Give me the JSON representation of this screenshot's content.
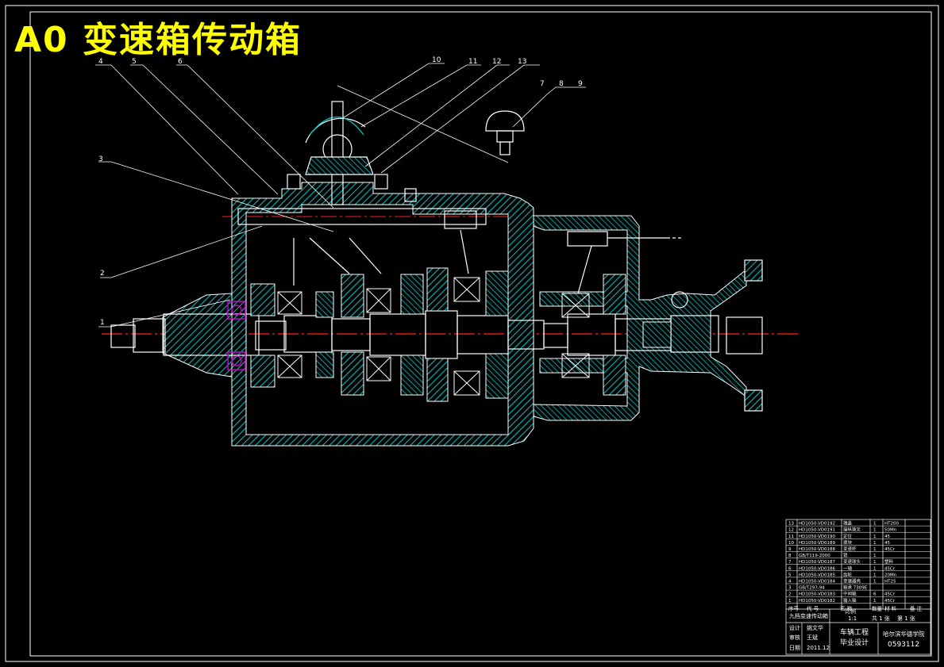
{
  "drawing": {
    "title": "A0  变速箱传动箱",
    "balloon_numbers": [
      "1",
      "2",
      "3",
      "4",
      "5",
      "6",
      "7",
      "8",
      "9",
      "10",
      "11",
      "12",
      "13"
    ],
    "colors": {
      "background": "#000000",
      "outline": "#ffffff",
      "section": "#00c8c8",
      "centerline": "#ff2020",
      "title": "#ffff00",
      "bearing": "#d000d0"
    }
  },
  "parts_list": {
    "rows": [
      {
        "no": "13",
        "code": "HD1050-VD0192",
        "name": "端盖",
        "qty": "1",
        "material": "HT200"
      },
      {
        "no": "12",
        "code": "HD1050-VD0191",
        "name": "操纵拨叉",
        "qty": "1",
        "material": "50Mn"
      },
      {
        "no": "11",
        "code": "HD1050-VD0190",
        "name": "定位",
        "qty": "1",
        "material": "45"
      },
      {
        "no": "10",
        "code": "HD1050-VD0189",
        "name": "拨块",
        "qty": "1",
        "material": "45"
      },
      {
        "no": "9",
        "code": "HD1050-VD0188",
        "name": "变速杆",
        "qty": "1",
        "material": "45Cr"
      },
      {
        "no": "8",
        "code": "GB/T119-2000",
        "name": "销",
        "qty": "1",
        "material": ""
      },
      {
        "no": "7",
        "code": "HD1050-VD0187",
        "name": "变速球头",
        "qty": "1",
        "material": "塑料"
      },
      {
        "no": "6",
        "code": "HD1050-VD0186",
        "name": "一轴",
        "qty": "1",
        "material": "45Cr"
      },
      {
        "no": "5",
        "code": "HD1050-VD0185",
        "name": "齿轮",
        "qty": "1",
        "material": "20Mn"
      },
      {
        "no": "4",
        "code": "HD1050-VD0184",
        "name": "变速器壳",
        "qty": "1",
        "material": "HT25"
      },
      {
        "no": "3",
        "code": "GB/T297-94",
        "name": "轴承 7309E",
        "qty": "",
        "material": ""
      },
      {
        "no": "2",
        "code": "HD1050-VD0183",
        "name": "中间轴",
        "qty": "6",
        "material": "45Cr"
      },
      {
        "no": "1",
        "code": "HD1050-VD0182",
        "name": "输入轴",
        "qty": "1",
        "material": "45Cr"
      }
    ],
    "header": {
      "no": "序号",
      "code": "代  号",
      "name": "名  称",
      "qty": "数量",
      "material": "材  料",
      "remark": "备  注"
    }
  },
  "title_block": {
    "drawing_name": "九档变速传动箱",
    "scale_label": "比例",
    "scale_value": "1:1",
    "sheet_label": "共 1 张",
    "sheet_no": "第 1 张",
    "designer_label": "设计",
    "designer": "姚文华",
    "checker_label": "审核",
    "checker": "王斌",
    "date_label": "日期",
    "date": "2011.12",
    "project_line1": "车辆工程",
    "project_line2": "毕业设计",
    "school": "哈尔滨华德学院",
    "drawing_code": "0593112"
  }
}
